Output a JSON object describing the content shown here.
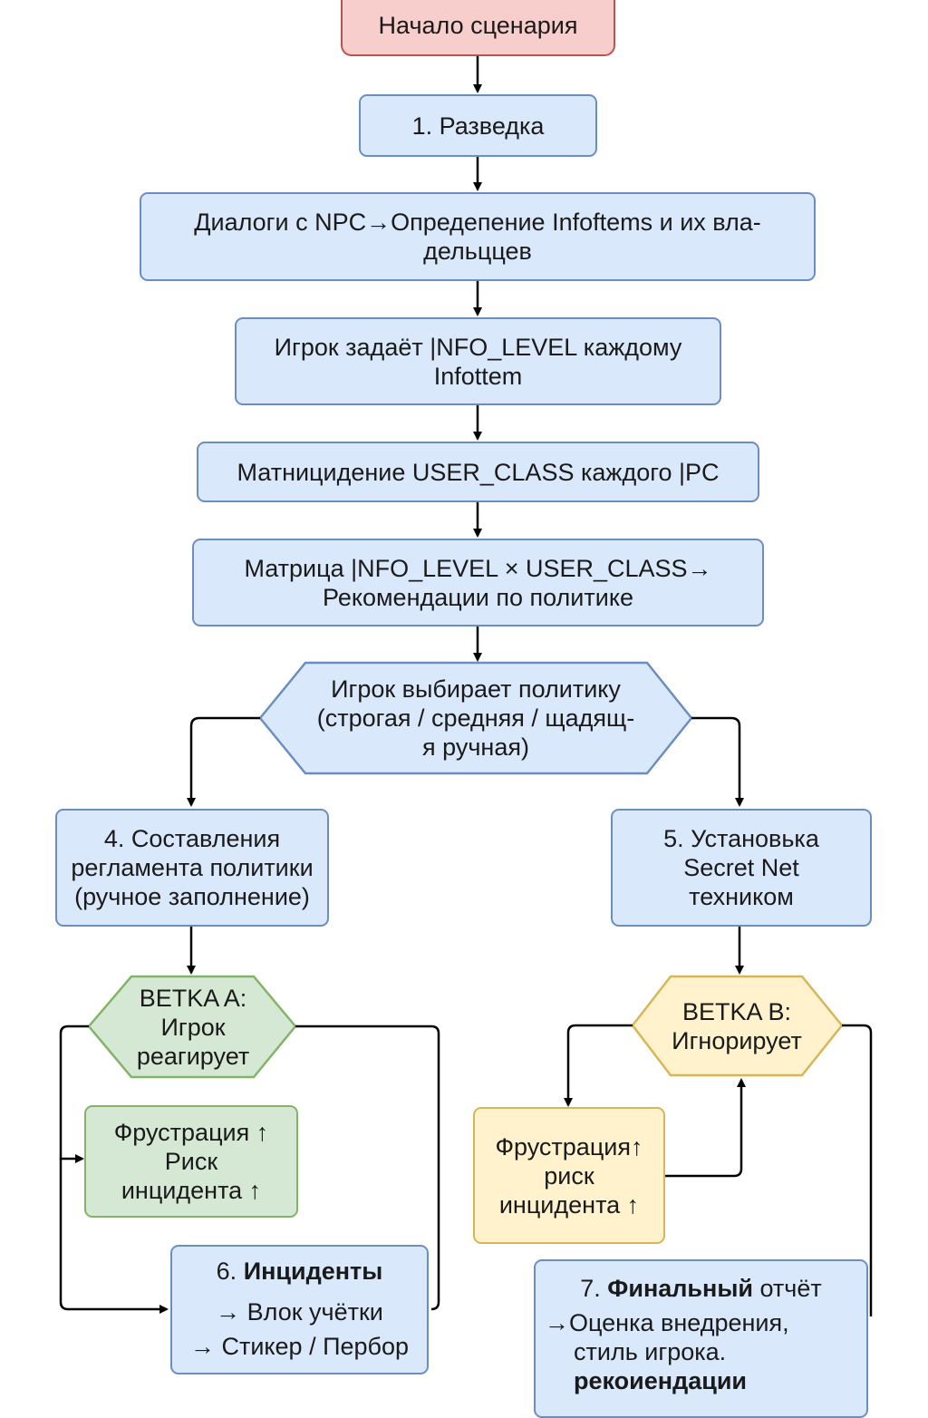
{
  "nodes": {
    "start": "Начало сценария",
    "recon": "1. Разведка",
    "dialogs": [
      "Диалоги с NPC→Опредепение  Infoftems и их вла-",
      "дельццев"
    ],
    "info_level": [
      "Игрок задаёт |NFO_LEVEL каждому",
      "Infottem"
    ],
    "user_class": "Матницидение USER_CLASS каждого |PC",
    "matrix": [
      "Матрица |NFO_LEVEL × USER_CLASS→",
      "Рекомендации по политике"
    ],
    "policy_choice": [
      "Игрок выбирает политику",
      "(строгая / средняя / щадящ-",
      "я ручная)"
    ],
    "regulation": [
      "4. Составления",
      "регламента политики",
      "(ручное заполнение)"
    ],
    "install": [
      "5. Установька",
      "Secret Net",
      "техником"
    ],
    "branch_a": [
      "BETKA A:",
      "Игрок",
      "реагирует"
    ],
    "branch_b": [
      "BETKA B:",
      "Игнорирует"
    ],
    "frustration_a": [
      "Фрустрация ↑",
      "Риск",
      "инцидента  ↑"
    ],
    "frustration_b": [
      "Фрустрация↑",
      "риск",
      "инцидента ↑"
    ],
    "incidents": {
      "title_prefix": "6. ",
      "title_bold": "Инциденты",
      "lines": [
        "→ Влок учётки",
        "→ Стикер / Пербор"
      ]
    },
    "final_report": {
      "title_prefix": "7. ",
      "title_bold": "Финальный",
      "title_suffix": " отчёт",
      "lines": [
        "→Оценка внедрения,",
        "стиль игрока.",
        "рекоиендации"
      ]
    }
  },
  "colors": {
    "blue_fill": "#dae8fc",
    "blue_stroke": "#6c8ebf",
    "red_fill": "#f8cecc",
    "red_stroke": "#b85450",
    "green_fill": "#d5e8d4",
    "green_stroke": "#82b366",
    "yellow_fill": "#fff2cc",
    "yellow_stroke": "#d6b656",
    "edge": "#000000"
  }
}
